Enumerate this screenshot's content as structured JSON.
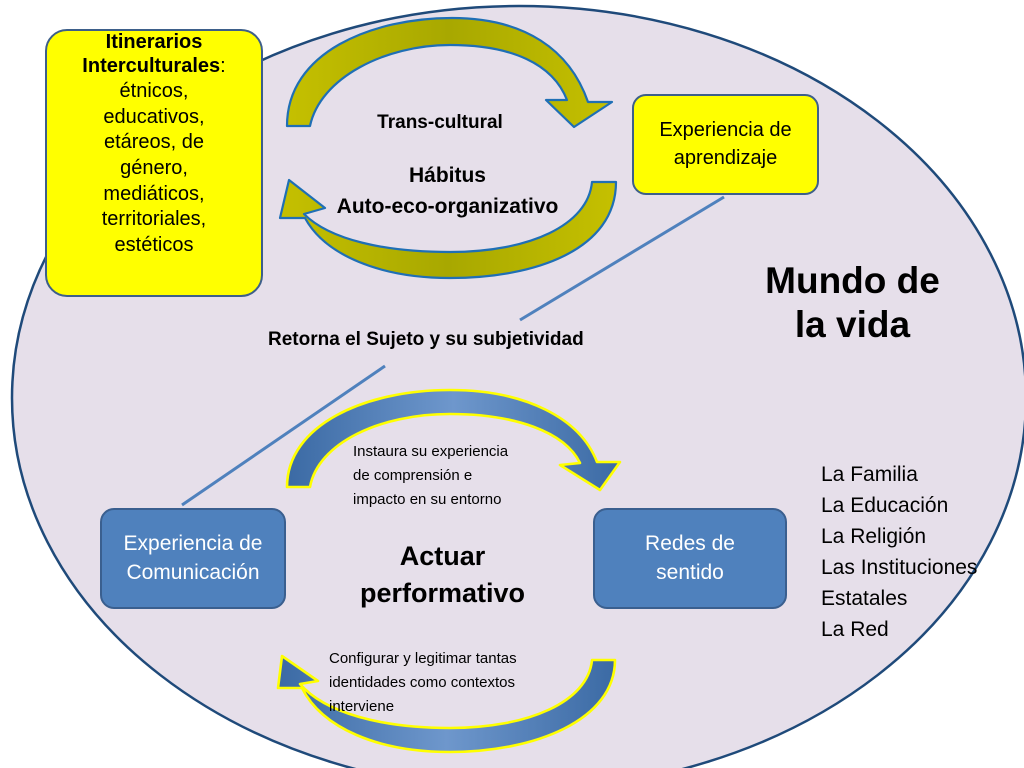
{
  "itinerarios": {
    "title_line1": "Itinerarios",
    "title_line2": "Interculturales",
    "colon": ":",
    "items": [
      "étnicos,",
      "educativos,",
      "etáreos, de",
      "género,",
      "mediáticos,",
      "territoriales,",
      "estéticos"
    ]
  },
  "experiencia_aprendizaje": {
    "line1": "Experiencia de",
    "line2": "aprendizaje"
  },
  "transcultural": "Trans-cultural",
  "habitus": {
    "line1": "Hábitus",
    "line2": "Auto-eco-organizativo"
  },
  "retorna": "Retorna el Sujeto y su subjetividad",
  "mundo": {
    "line1": "Mundo de",
    "line2": "la vida"
  },
  "instaura": {
    "line1": "Instaura su experiencia",
    "line2": "de comprensión e",
    "line3": "impacto en su entorno"
  },
  "experiencia_comunicacion": {
    "line1": "Experiencia de",
    "line2": "Comunicación"
  },
  "actuar": {
    "line1": "Actuar",
    "line2": "performativo"
  },
  "redes": {
    "line1": "Redes de",
    "line2": "sentido"
  },
  "lista": [
    "La Familia",
    "La Educación",
    "La Religión",
    "Las Instituciones",
    "Estatales",
    "La Red"
  ],
  "configurar": {
    "line1": "Configurar  y legitimar tantas",
    "line2": "identidades como  contextos",
    "line3": "interviene"
  },
  "colors": {
    "background_ellipse": "#e6dfea",
    "ellipse_border": "#1f4a7a",
    "yellow": "#ffff00",
    "olive_arrow": "#c8c400",
    "blue_box": "#4f81bd",
    "connector_line": "#4f81bd",
    "blue_arrow": "#4f81bd"
  }
}
